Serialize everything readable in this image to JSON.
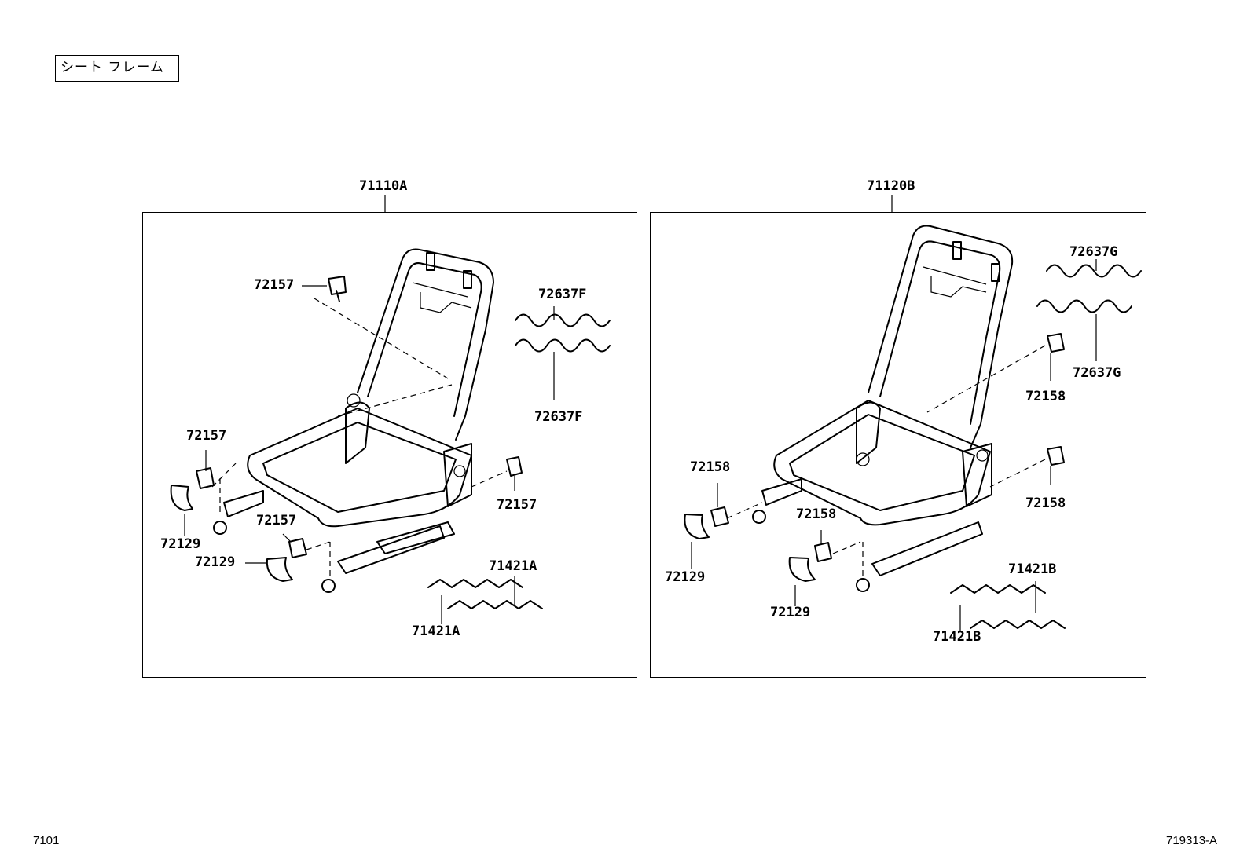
{
  "header": {
    "title": "シート フレーム"
  },
  "assemblies": [
    {
      "part_number": "71110A",
      "callouts": {
        "bracket_top": "72157",
        "bracket_left": "72157",
        "bracket_right": "72157",
        "bracket_lower": "72157",
        "cover_left": "72129",
        "cover_lower": "72129",
        "spring_back_upper": "72637F",
        "spring_back_lower": "72637F",
        "spring_seat_upper": "71421A",
        "spring_seat_lower": "71421A"
      }
    },
    {
      "part_number": "71120B",
      "callouts": {
        "bracket_left": "72158",
        "bracket_lower": "72158",
        "bracket_right_upper": "72158",
        "bracket_right_lower": "72158",
        "cover_left": "72129",
        "cover_lower": "72129",
        "spring_back_upper": "72637G",
        "spring_back_lower": "72637G",
        "spring_seat_upper": "71421B",
        "spring_seat_lower": "71421B"
      }
    }
  ],
  "footer": {
    "left_code": "7101",
    "right_code": "719313-A"
  }
}
